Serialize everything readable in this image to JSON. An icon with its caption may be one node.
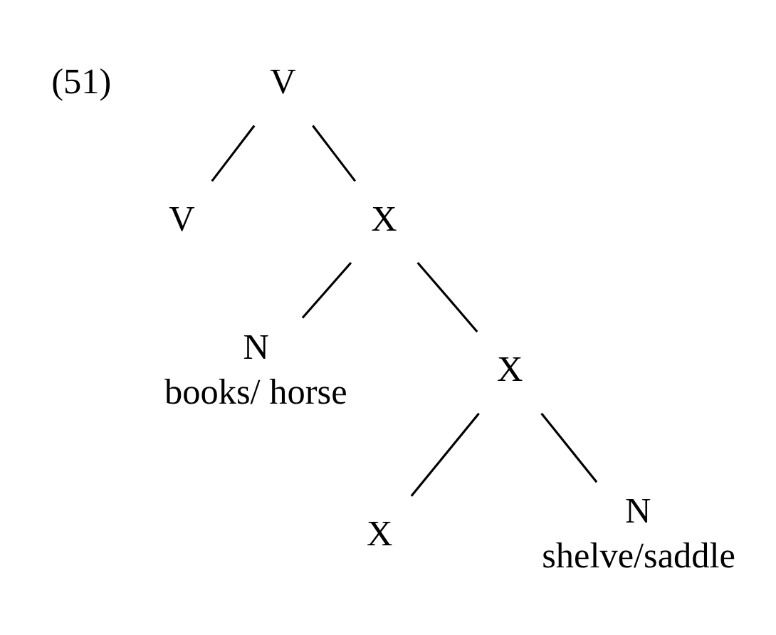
{
  "diagram": {
    "nodes": [
      {
        "text": [
          "V"
        ]
      },
      {
        "text": [
          "V"
        ]
      },
      {
        "text": [
          "X"
        ]
      },
      {
        "text": [
          "N"
        ],
        "beside": [
          "books/ horse"
        ]
      },
      {
        "text": [
          "X"
        ]
      },
      {
        "text": [
          "X"
        ]
      },
      {
        "text": [
          "N"
        ],
        "beside": [
          "shelve/saddle"
        ]
      }
    ],
    "edges": [
      {
        "from": 0,
        "to": 1,
        "arrow": "none"
      },
      {
        "from": 0,
        "to": 2,
        "arrow": "none"
      },
      {
        "from": 2,
        "to": 3,
        "arrow": "none"
      },
      {
        "from": 2,
        "to": 4,
        "arrow": "none"
      },
      {
        "from": 4,
        "to": 5,
        "arrow": "none"
      },
      {
        "from": 4,
        "to": 6,
        "arrow": "none"
      }
    ],
    "labels": [
      "(51)"
    ]
  }
}
